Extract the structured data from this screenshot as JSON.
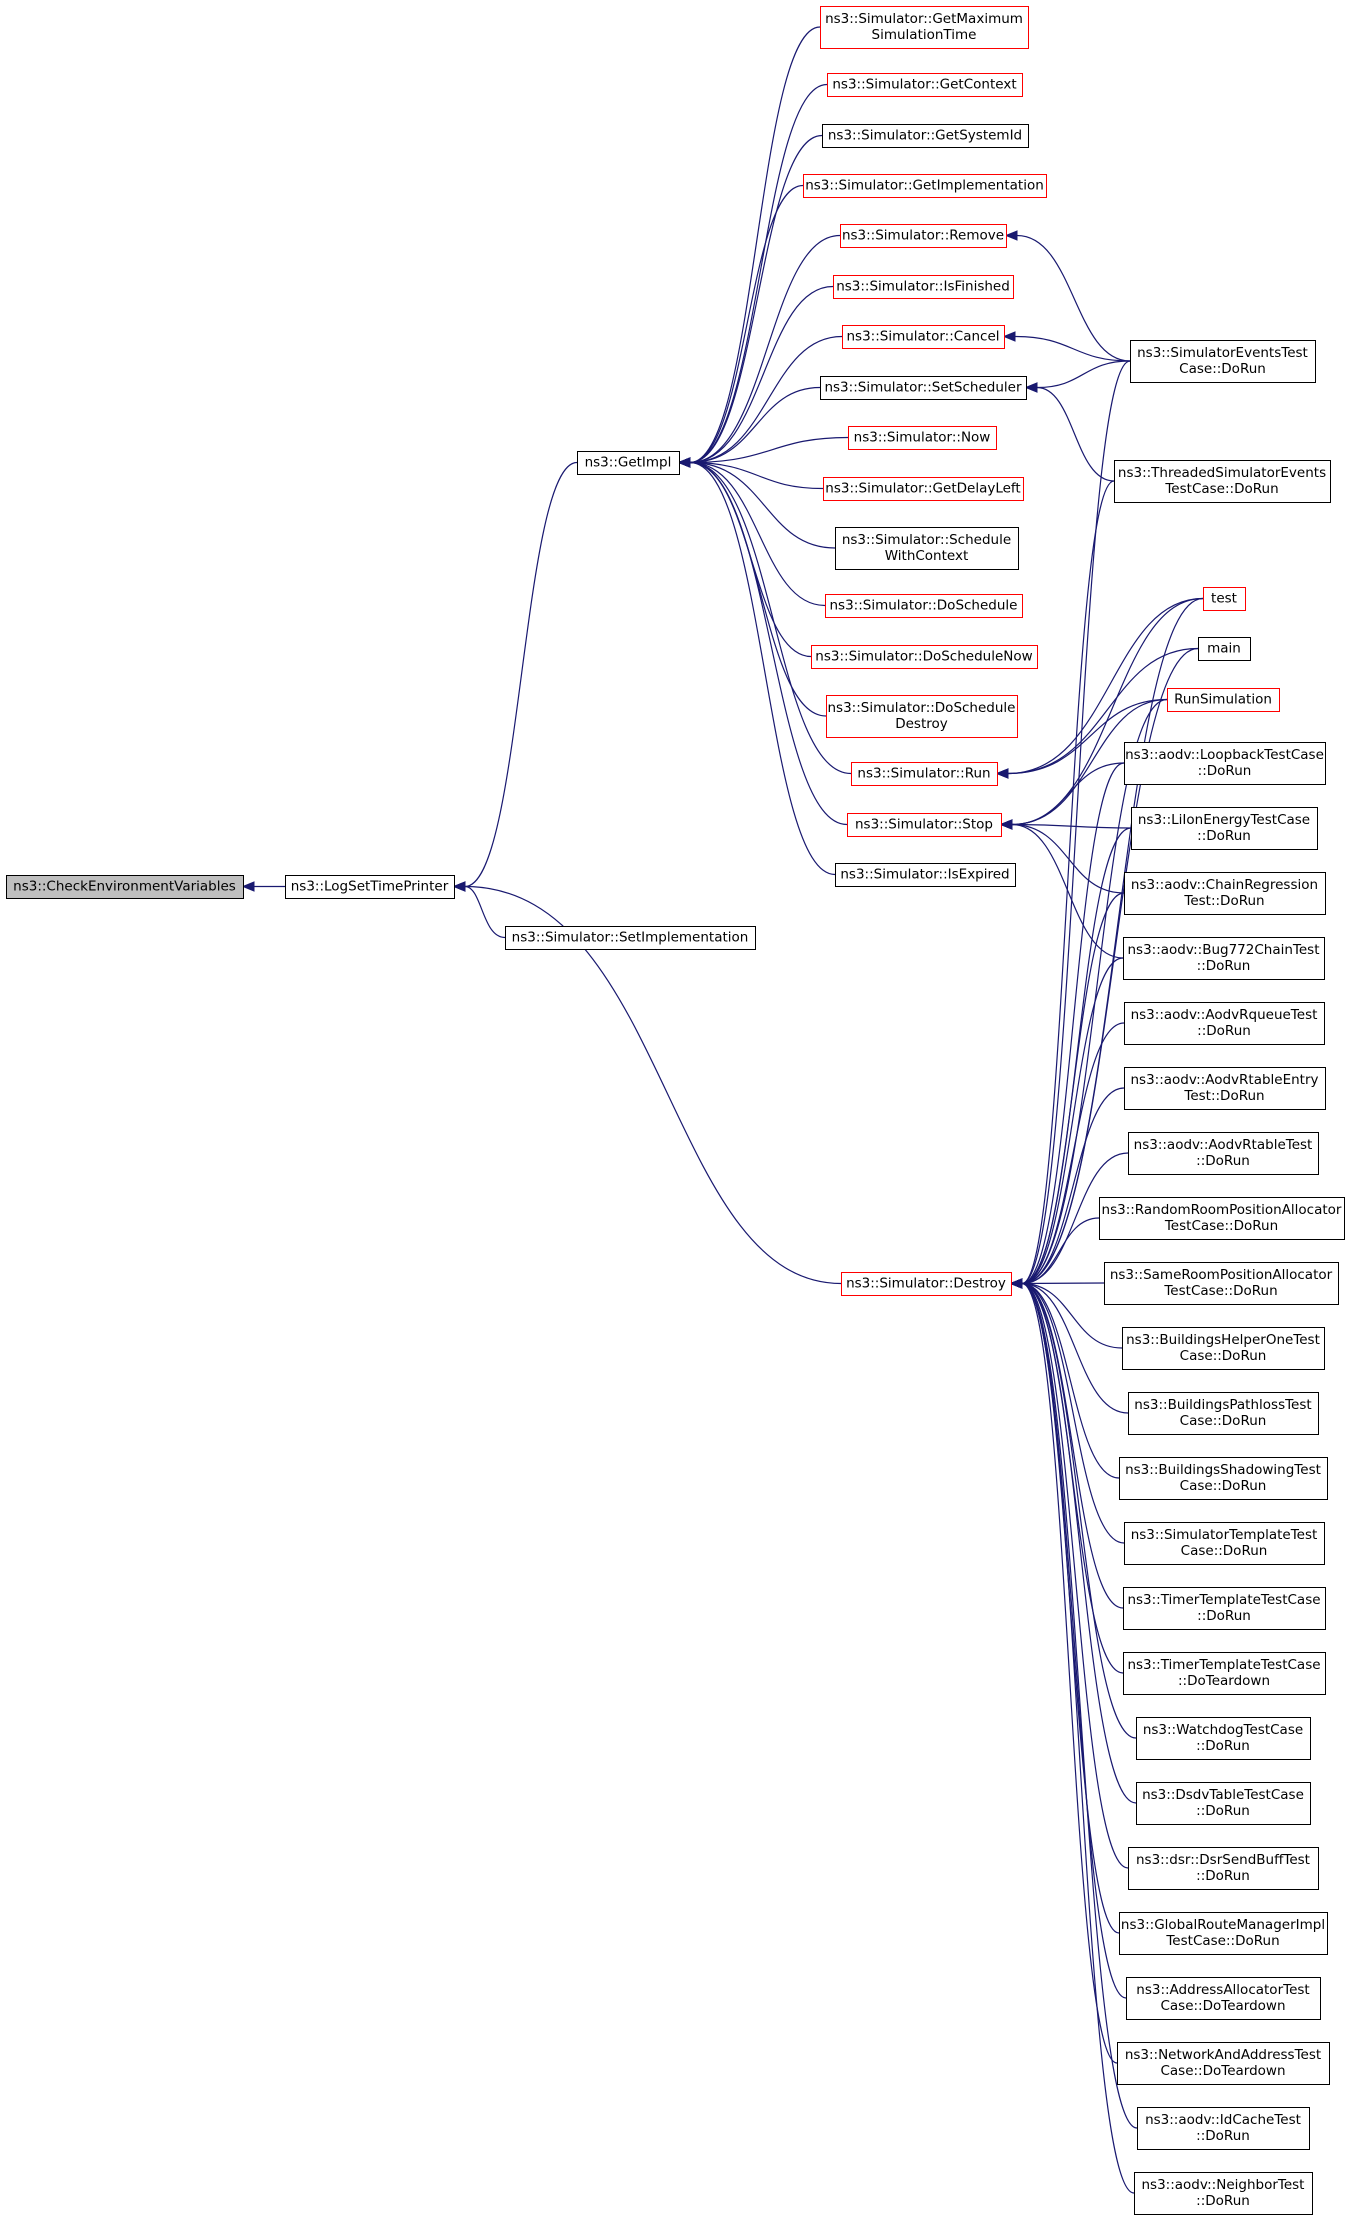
{
  "colors": {
    "edge": "#191970",
    "border_default": "#000000",
    "border_incomplete": "#ff0000",
    "root_fill": "#bfbfbf"
  },
  "nodes": [
    {
      "id": "check_env",
      "lines": [
        "ns3::CheckEnvironmentVariables"
      ],
      "style": "root"
    },
    {
      "id": "log_set_time",
      "lines": [
        "ns3::LogSetTimePrinter"
      ],
      "style": "black"
    },
    {
      "id": "get_impl",
      "lines": [
        "ns3::GetImpl"
      ],
      "style": "black"
    },
    {
      "id": "set_impl",
      "lines": [
        "ns3::Simulator::SetImplementation"
      ],
      "style": "black"
    },
    {
      "id": "get_max_sim_time",
      "lines": [
        "ns3::Simulator::GetMaximum",
        "SimulationTime"
      ],
      "style": "red"
    },
    {
      "id": "get_context",
      "lines": [
        "ns3::Simulator::GetContext"
      ],
      "style": "red"
    },
    {
      "id": "get_system_id",
      "lines": [
        "ns3::Simulator::GetSystemId"
      ],
      "style": "black"
    },
    {
      "id": "get_implementation",
      "lines": [
        "ns3::Simulator::GetImplementation"
      ],
      "style": "red"
    },
    {
      "id": "remove",
      "lines": [
        "ns3::Simulator::Remove"
      ],
      "style": "red"
    },
    {
      "id": "is_finished",
      "lines": [
        "ns3::Simulator::IsFinished"
      ],
      "style": "red"
    },
    {
      "id": "cancel",
      "lines": [
        "ns3::Simulator::Cancel"
      ],
      "style": "red"
    },
    {
      "id": "set_scheduler",
      "lines": [
        "ns3::Simulator::SetScheduler"
      ],
      "style": "black"
    },
    {
      "id": "now",
      "lines": [
        "ns3::Simulator::Now"
      ],
      "style": "red"
    },
    {
      "id": "get_delay_left",
      "lines": [
        "ns3::Simulator::GetDelayLeft"
      ],
      "style": "red"
    },
    {
      "id": "schedule_with_context",
      "lines": [
        "ns3::Simulator::Schedule",
        "WithContext"
      ],
      "style": "black"
    },
    {
      "id": "do_schedule",
      "lines": [
        "ns3::Simulator::DoSchedule"
      ],
      "style": "red"
    },
    {
      "id": "do_schedule_now",
      "lines": [
        "ns3::Simulator::DoScheduleNow"
      ],
      "style": "red"
    },
    {
      "id": "do_schedule_destroy",
      "lines": [
        "ns3::Simulator::DoSchedule",
        "Destroy"
      ],
      "style": "red"
    },
    {
      "id": "run",
      "lines": [
        "ns3::Simulator::Run"
      ],
      "style": "red"
    },
    {
      "id": "stop",
      "lines": [
        "ns3::Simulator::Stop"
      ],
      "style": "red"
    },
    {
      "id": "is_expired",
      "lines": [
        "ns3::Simulator::IsExpired"
      ],
      "style": "black"
    },
    {
      "id": "destroy",
      "lines": [
        "ns3::Simulator::Destroy"
      ],
      "style": "red"
    },
    {
      "id": "sim_events_test",
      "lines": [
        "ns3::SimulatorEventsTest",
        "Case::DoRun"
      ],
      "style": "black"
    },
    {
      "id": "threaded_sim_events",
      "lines": [
        "ns3::ThreadedSimulatorEvents",
        "TestCase::DoRun"
      ],
      "style": "black"
    },
    {
      "id": "test",
      "lines": [
        "test"
      ],
      "style": "red"
    },
    {
      "id": "main",
      "lines": [
        "main"
      ],
      "style": "black"
    },
    {
      "id": "run_simulation",
      "lines": [
        "RunSimulation"
      ],
      "style": "red"
    },
    {
      "id": "aodv_loopback",
      "lines": [
        "ns3::aodv::LoopbackTestCase",
        "::DoRun"
      ],
      "style": "black"
    },
    {
      "id": "liion_energy",
      "lines": [
        "ns3::LiIonEnergyTestCase",
        "::DoRun"
      ],
      "style": "black"
    },
    {
      "id": "aodv_chain_regression",
      "lines": [
        "ns3::aodv::ChainRegression",
        "Test::DoRun"
      ],
      "style": "black"
    },
    {
      "id": "aodv_bug772",
      "lines": [
        "ns3::aodv::Bug772ChainTest",
        "::DoRun"
      ],
      "style": "black"
    },
    {
      "id": "aodv_rqueue",
      "lines": [
        "ns3::aodv::AodvRqueueTest",
        "::DoRun"
      ],
      "style": "black"
    },
    {
      "id": "aodv_rtable_entry",
      "lines": [
        "ns3::aodv::AodvRtableEntry",
        "Test::DoRun"
      ],
      "style": "black"
    },
    {
      "id": "aodv_rtable",
      "lines": [
        "ns3::aodv::AodvRtableTest",
        "::DoRun"
      ],
      "style": "black"
    },
    {
      "id": "random_room_pos",
      "lines": [
        "ns3::RandomRoomPositionAllocator",
        "TestCase::DoRun"
      ],
      "style": "black"
    },
    {
      "id": "same_room_pos",
      "lines": [
        "ns3::SameRoomPositionAllocator",
        "TestCase::DoRun"
      ],
      "style": "black"
    },
    {
      "id": "buildings_helper_one",
      "lines": [
        "ns3::BuildingsHelperOneTest",
        "Case::DoRun"
      ],
      "style": "black"
    },
    {
      "id": "buildings_pathloss",
      "lines": [
        "ns3::BuildingsPathlossTest",
        "Case::DoRun"
      ],
      "style": "black"
    },
    {
      "id": "buildings_shadowing",
      "lines": [
        "ns3::BuildingsShadowingTest",
        "Case::DoRun"
      ],
      "style": "black"
    },
    {
      "id": "sim_template_test",
      "lines": [
        "ns3::SimulatorTemplateTest",
        "Case::DoRun"
      ],
      "style": "black"
    },
    {
      "id": "timer_template_run",
      "lines": [
        "ns3::TimerTemplateTestCase",
        "::DoRun"
      ],
      "style": "black"
    },
    {
      "id": "timer_template_teardown",
      "lines": [
        "ns3::TimerTemplateTestCase",
        "::DoTeardown"
      ],
      "style": "black"
    },
    {
      "id": "watchdog",
      "lines": [
        "ns3::WatchdogTestCase",
        "::DoRun"
      ],
      "style": "black"
    },
    {
      "id": "dsdv_table",
      "lines": [
        "ns3::DsdvTableTestCase",
        "::DoRun"
      ],
      "style": "black"
    },
    {
      "id": "dsr_send_buff",
      "lines": [
        "ns3::dsr::DsrSendBuffTest",
        "::DoRun"
      ],
      "style": "black"
    },
    {
      "id": "global_route_mgr",
      "lines": [
        "ns3::GlobalRouteManagerImpl",
        "TestCase::DoRun"
      ],
      "style": "black"
    },
    {
      "id": "address_allocator",
      "lines": [
        "ns3::AddressAllocatorTest",
        "Case::DoTeardown"
      ],
      "style": "black"
    },
    {
      "id": "network_and_address",
      "lines": [
        "ns3::NetworkAndAddressTest",
        "Case::DoTeardown"
      ],
      "style": "black"
    },
    {
      "id": "aodv_idcache",
      "lines": [
        "ns3::aodv::IdCacheTest",
        "::DoRun"
      ],
      "style": "black"
    },
    {
      "id": "aodv_neighbor",
      "lines": [
        "ns3::aodv::NeighborTest",
        "::DoRun"
      ],
      "style": "black"
    }
  ],
  "edges": [
    {
      "from": "log_set_time",
      "to": "check_env"
    },
    {
      "from": "get_impl",
      "to": "log_set_time"
    },
    {
      "from": "set_impl",
      "to": "log_set_time"
    },
    {
      "from": "destroy",
      "to": "log_set_time"
    },
    {
      "from": "get_max_sim_time",
      "to": "get_impl"
    },
    {
      "from": "get_context",
      "to": "get_impl"
    },
    {
      "from": "get_system_id",
      "to": "get_impl"
    },
    {
      "from": "get_implementation",
      "to": "get_impl"
    },
    {
      "from": "remove",
      "to": "get_impl"
    },
    {
      "from": "is_finished",
      "to": "get_impl"
    },
    {
      "from": "cancel",
      "to": "get_impl"
    },
    {
      "from": "set_scheduler",
      "to": "get_impl"
    },
    {
      "from": "now",
      "to": "get_impl"
    },
    {
      "from": "get_delay_left",
      "to": "get_impl"
    },
    {
      "from": "schedule_with_context",
      "to": "get_impl"
    },
    {
      "from": "do_schedule",
      "to": "get_impl"
    },
    {
      "from": "do_schedule_now",
      "to": "get_impl"
    },
    {
      "from": "do_schedule_destroy",
      "to": "get_impl"
    },
    {
      "from": "run",
      "to": "get_impl"
    },
    {
      "from": "stop",
      "to": "get_impl"
    },
    {
      "from": "is_expired",
      "to": "get_impl"
    },
    {
      "from": "sim_events_test",
      "to": "remove"
    },
    {
      "from": "sim_events_test",
      "to": "cancel"
    },
    {
      "from": "sim_events_test",
      "to": "set_scheduler"
    },
    {
      "from": "threaded_sim_events",
      "to": "set_scheduler"
    },
    {
      "from": "test",
      "to": "run"
    },
    {
      "from": "main",
      "to": "run"
    },
    {
      "from": "run_simulation",
      "to": "run"
    },
    {
      "from": "test",
      "to": "stop"
    },
    {
      "from": "run_simulation",
      "to": "stop"
    },
    {
      "from": "aodv_loopback",
      "to": "stop"
    },
    {
      "from": "liion_energy",
      "to": "stop"
    },
    {
      "from": "aodv_chain_regression",
      "to": "stop"
    },
    {
      "from": "aodv_bug772",
      "to": "stop"
    },
    {
      "from": "sim_events_test",
      "to": "destroy"
    },
    {
      "from": "threaded_sim_events",
      "to": "destroy"
    },
    {
      "from": "test",
      "to": "destroy"
    },
    {
      "from": "main",
      "to": "destroy"
    },
    {
      "from": "run_simulation",
      "to": "destroy"
    },
    {
      "from": "aodv_loopback",
      "to": "destroy"
    },
    {
      "from": "liion_energy",
      "to": "destroy"
    },
    {
      "from": "aodv_chain_regression",
      "to": "destroy"
    },
    {
      "from": "aodv_bug772",
      "to": "destroy"
    },
    {
      "from": "aodv_rqueue",
      "to": "destroy"
    },
    {
      "from": "aodv_rtable_entry",
      "to": "destroy"
    },
    {
      "from": "aodv_rtable",
      "to": "destroy"
    },
    {
      "from": "random_room_pos",
      "to": "destroy"
    },
    {
      "from": "same_room_pos",
      "to": "destroy"
    },
    {
      "from": "buildings_helper_one",
      "to": "destroy"
    },
    {
      "from": "buildings_pathloss",
      "to": "destroy"
    },
    {
      "from": "buildings_shadowing",
      "to": "destroy"
    },
    {
      "from": "sim_template_test",
      "to": "destroy"
    },
    {
      "from": "timer_template_run",
      "to": "destroy"
    },
    {
      "from": "timer_template_teardown",
      "to": "destroy"
    },
    {
      "from": "watchdog",
      "to": "destroy"
    },
    {
      "from": "dsdv_table",
      "to": "destroy"
    },
    {
      "from": "dsr_send_buff",
      "to": "destroy"
    },
    {
      "from": "global_route_mgr",
      "to": "destroy"
    },
    {
      "from": "address_allocator",
      "to": "destroy"
    },
    {
      "from": "network_and_address",
      "to": "destroy"
    },
    {
      "from": "aodv_idcache",
      "to": "destroy"
    },
    {
      "from": "aodv_neighbor",
      "to": "destroy"
    }
  ]
}
